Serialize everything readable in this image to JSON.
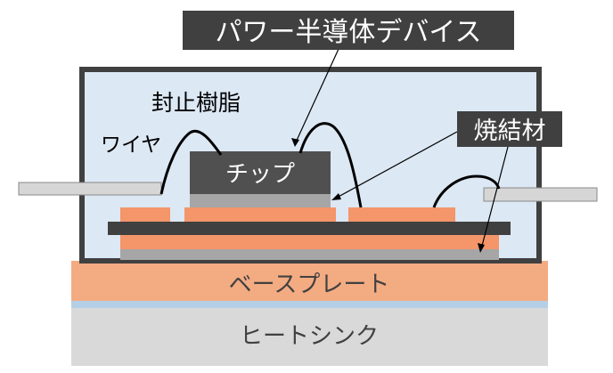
{
  "title": "パワー半導体デバイス",
  "labels": {
    "resin": "封止樹脂",
    "wire": "ワイヤ",
    "chip": "チップ",
    "sinter": "焼結材",
    "baseplate": "ベースプレート",
    "heatsink": "ヒートシンク"
  },
  "colors": {
    "housing_fill": "#dce8f4",
    "housing_stroke": "#404040",
    "chip": "#505050",
    "chip_attach": "#a6a6a6",
    "copper": "#f4956a",
    "substrate": "#404040",
    "baseplate": "#f3ab82",
    "blue_strip": "#b4cfe6",
    "heatsink": "#d9d9d9",
    "terminal": "#d6d6d6",
    "label_box": "#404040",
    "label_text": "#ffffff"
  }
}
